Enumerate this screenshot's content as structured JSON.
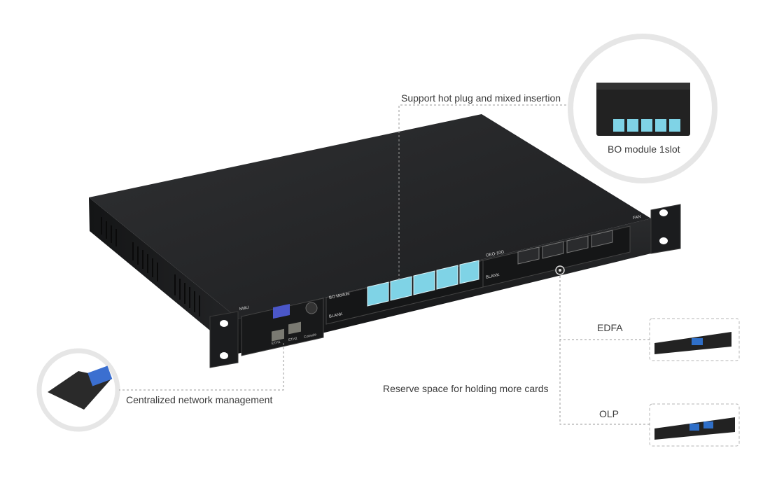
{
  "callouts": {
    "hot_plug": "Support hot plug and mixed insertion",
    "bo_module": "BO module 1slot",
    "edfa": "EDFA",
    "reserve_space": "Reserve space for holding more cards",
    "olp": "OLP",
    "network_management": "Centralized network management"
  },
  "front_panel": {
    "nmu": "NMU",
    "bo_module_slot": "BO Module",
    "blank_1": "BLANK",
    "oeo": "OEO-10G",
    "blank_2": "BLANK",
    "fan": "FAN",
    "eth1": "ETH1",
    "eth2": "ETH2",
    "console": "Console"
  },
  "colors": {
    "chassis": "#1e1f21",
    "chassis_top": "#2b2c2e",
    "lc_adapter": "#7fd3e6",
    "dashed_line": "#9a9a9a"
  }
}
